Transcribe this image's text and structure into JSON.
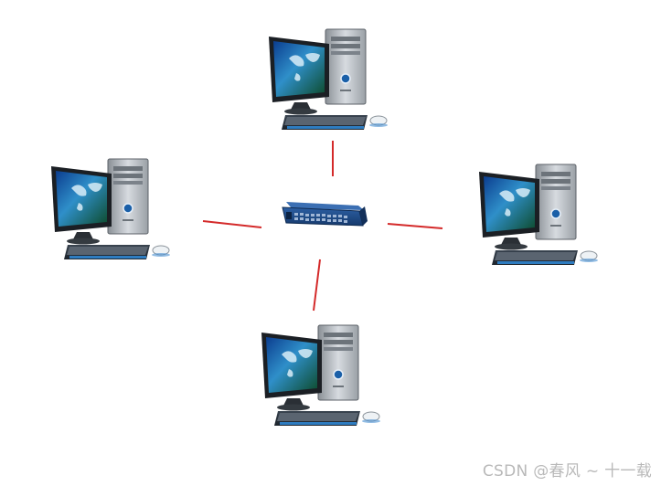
{
  "diagram": {
    "topology": "star",
    "center": {
      "id": "switch",
      "kind": "network-switch",
      "color": "#1f4e8c"
    },
    "nodes": [
      {
        "id": "pc-top",
        "kind": "desktop-computer"
      },
      {
        "id": "pc-left",
        "kind": "desktop-computer"
      },
      {
        "id": "pc-right",
        "kind": "desktop-computer"
      },
      {
        "id": "pc-bottom",
        "kind": "desktop-computer"
      }
    ],
    "links": [
      {
        "from": "switch",
        "to": "pc-top"
      },
      {
        "from": "switch",
        "to": "pc-left"
      },
      {
        "from": "switch",
        "to": "pc-right"
      },
      {
        "from": "switch",
        "to": "pc-bottom"
      }
    ],
    "link_color": "#d42a2a"
  },
  "watermark": {
    "text": "CSDN @春风 ~ 十一载"
  }
}
